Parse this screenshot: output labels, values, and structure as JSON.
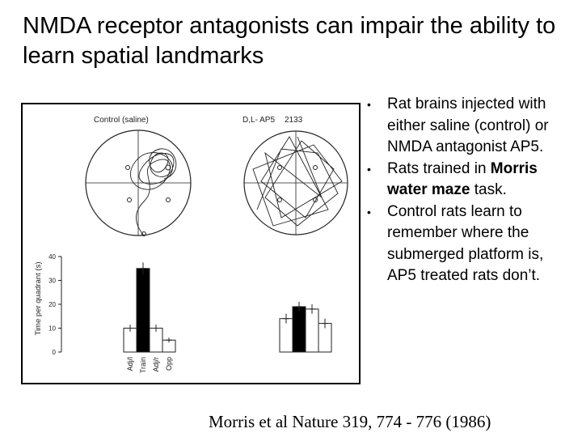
{
  "title": "NMDA receptor antagonists can impair the ability to learn spatial landmarks",
  "figure": {
    "left_label": "Control (saline)",
    "right_label": "D,L- AP5",
    "right_id": "2133",
    "chart_data": {
      "type": "bar",
      "ylabel": "Time per quadrant (s)",
      "ylim": [
        0,
        40
      ],
      "yticks": [
        "0",
        "10",
        "20",
        "30",
        "40"
      ],
      "categories": [
        "Adj/l",
        "Train",
        "Adj/r",
        "Opp"
      ],
      "series": [
        {
          "values": [
            10,
            35,
            10,
            5
          ]
        },
        {
          "values": [
            14,
            19,
            18,
            12
          ]
        }
      ],
      "errors": [
        [
          1.5,
          2.5,
          1.5,
          1
        ],
        [
          2,
          2,
          2,
          2
        ]
      ],
      "highlight_category": "Train",
      "highlight_color": "#000000",
      "bar_color": "#ffffff"
    }
  },
  "bullets": [
    {
      "text": "Rat brains injected with either saline (control) or NMDA antagonist AP5."
    },
    {
      "pre": "Rats trained in ",
      "bold": "Morris water maze",
      "post": " task."
    },
    {
      "text": "Control rats learn to remember where the submerged platform is, AP5 treated rats don’t."
    }
  ],
  "citation": "Morris et al Nature 319, 774 - 776 (1986)"
}
